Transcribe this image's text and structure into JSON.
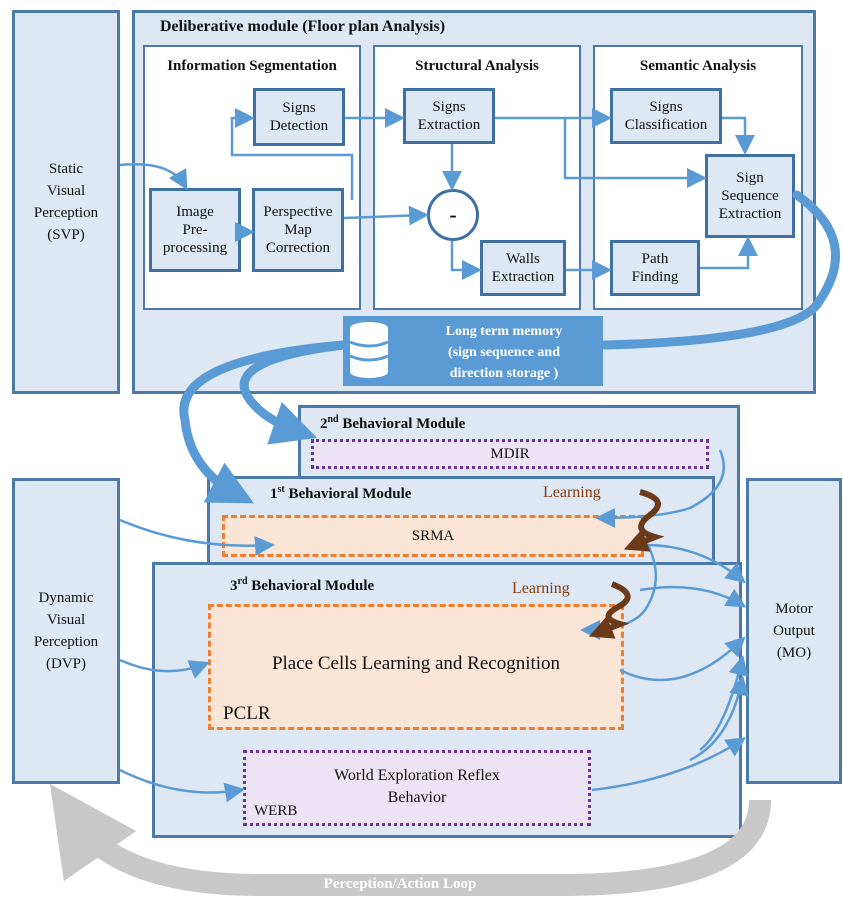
{
  "svp": {
    "l1": "Static",
    "l2": "Visual",
    "l3": "Perception",
    "l4": "(SVP)"
  },
  "dvp": {
    "l1": "Dynamic",
    "l2": "Visual",
    "l3": "Perception",
    "l4": "(DVP)"
  },
  "mo": {
    "l1": "Motor",
    "l2": "Output",
    "l3": "(MO)"
  },
  "deliberative": {
    "title": "Deliberative module (Floor plan Analysis)",
    "seg_title": "Information Segmentation",
    "struct_title": "Structural Analysis",
    "sem_title": "Semantic Analysis",
    "signs_detection": {
      "l1": "Signs",
      "l2": "Detection"
    },
    "image_pre": {
      "l1": "Image",
      "l2": "Pre-",
      "l3": "processing"
    },
    "perspective": {
      "l1": "Perspective",
      "l2": "Map",
      "l3": "Correction"
    },
    "signs_extraction": {
      "l1": "Signs",
      "l2": "Extraction"
    },
    "minus": "-",
    "walls": {
      "l1": "Walls",
      "l2": "Extraction"
    },
    "signs_class": {
      "l1": "Signs",
      "l2": "Classification"
    },
    "sign_seq": {
      "l1": "Sign",
      "l2": "Sequence",
      "l3": "Extraction"
    },
    "path": {
      "l1": "Path",
      "l2": "Finding"
    }
  },
  "memory": {
    "l1": "Long term memory",
    "l2": "(sign sequence and",
    "l3": "direction storage )"
  },
  "bm2": {
    "num": "2",
    "sup": "nd",
    "rest": " Behavioral Module",
    "inner": "MDIR"
  },
  "bm1": {
    "num": "1",
    "sup": "st",
    "rest": "  Behavioral Module",
    "learning": "Learning",
    "inner": "SRMA"
  },
  "bm3": {
    "num": "3",
    "sup": "rd",
    "rest": "  Behavioral Module",
    "learning": "Learning",
    "pclr_text": "Place Cells Learning and Recognition",
    "pclr": "PCLR",
    "werb_l1": "World Exploration Reflex",
    "werb_l2": "Behavior",
    "werb": "WERB"
  },
  "loop": "Perception/Action Loop",
  "colors": {
    "box_fill": "#dde8f4",
    "border": "#4a79aa",
    "arrow": "#5b9bd5",
    "orange": "#ed7d31",
    "purple": "#7030a0",
    "learning": "#843c0c",
    "grey": "#c8c8c8"
  }
}
